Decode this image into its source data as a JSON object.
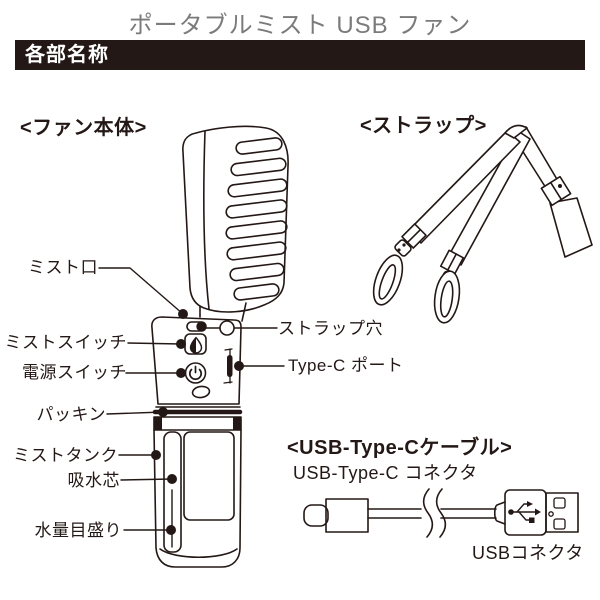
{
  "page": {
    "title": "ポータブルミスト USB ファン",
    "section_header": "各部名称"
  },
  "fan_section": {
    "heading": "<ファン本体>",
    "labels": {
      "mist_outlet": "ミスト口",
      "mist_switch": "ミストスイッチ",
      "power_switch": "電源スイッチ",
      "packing": "パッキン",
      "mist_tank": "ミストタンク",
      "wick": "吸水芯",
      "water_scale": "水量目盛り",
      "strap_hole": "ストラップ穴",
      "type_c_port": "Type-C ポート"
    }
  },
  "strap_section": {
    "heading": "<ストラップ>"
  },
  "cable_section": {
    "heading": "<USB-Type-Cケーブル>",
    "type_c_connector_label": "USB-Type-C  コネクタ",
    "usb_connector_label": "USBコネクタ"
  },
  "colors": {
    "line": "#231815",
    "title": "#7b7b7b",
    "header_bg": "#231815",
    "header_text": "#ffffff",
    "background": "#ffffff"
  }
}
